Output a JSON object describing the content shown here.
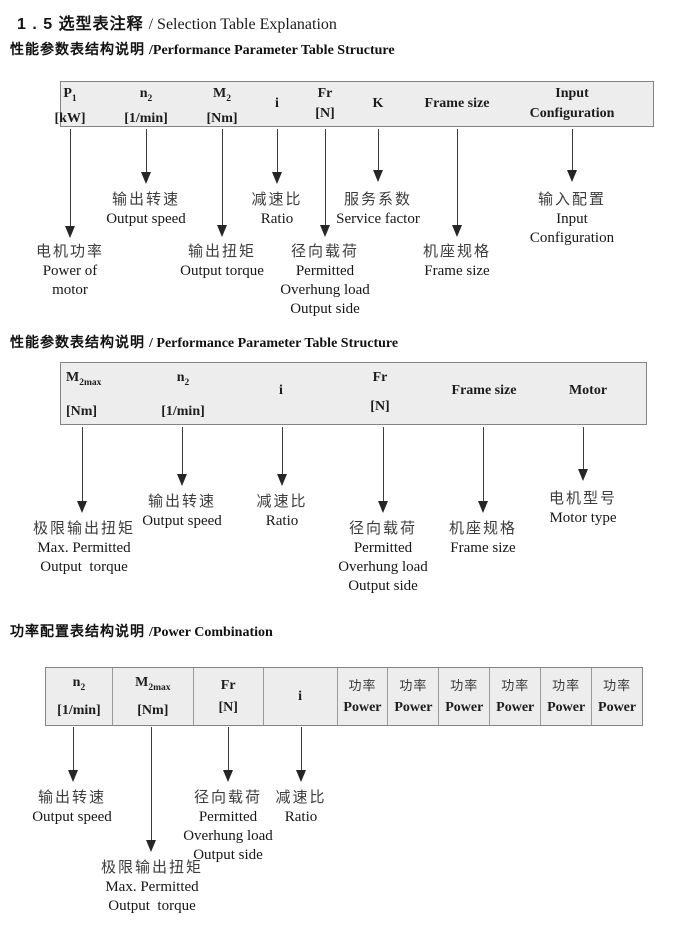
{
  "title": {
    "zh": "1 . 5 选型表注释",
    "en": "/  Selection Table Explanation"
  },
  "s1": {
    "heading": {
      "zh": "性能参数表结构说明",
      "en": "/Performance Parameter Table Structure"
    },
    "cols": [
      {
        "main": "P",
        "sub": "1",
        "unit": "[kW]"
      },
      {
        "main": "n",
        "sub": "2",
        "unit": "[1/min]"
      },
      {
        "main": "M",
        "sub": "2",
        "unit": "[Nm]"
      },
      {
        "main": "i"
      },
      {
        "main": "Fr",
        "unit": "[N]"
      },
      {
        "main": "K"
      },
      {
        "main": "Frame size"
      },
      {
        "main": "Input",
        "unit": "Configuration"
      }
    ],
    "callouts": [
      {
        "zh": "电机功率",
        "l1": "Power of",
        "l2": "motor"
      },
      {
        "zh": "输出转速",
        "l1": "Output speed"
      },
      {
        "zh": "输出扭矩",
        "l1": "Output torque"
      },
      {
        "zh": "减速比",
        "l1": "Ratio"
      },
      {
        "zh": "径向载荷",
        "l1": "Permitted",
        "l2": "Overhung load",
        "l3": "Output side"
      },
      {
        "zh": "服务系数",
        "l1": "Service factor"
      },
      {
        "zh": "机座规格",
        "l1": "Frame size"
      },
      {
        "zh": "输入配置",
        "l1": "Input",
        "l2": "Configuration"
      }
    ]
  },
  "s2": {
    "heading": {
      "zh": "性能参数表结构说明",
      "en": "/ Performance Parameter Table Structure"
    },
    "cols": [
      {
        "main": "M",
        "sub": "2max",
        "unit": "[Nm]"
      },
      {
        "main": "n",
        "sub": "2",
        "unit": "[1/min]"
      },
      {
        "main": "i"
      },
      {
        "main": "Fr",
        "unit": "[N]"
      },
      {
        "main": "Frame size"
      },
      {
        "main": "Motor"
      }
    ],
    "callouts": [
      {
        "zh": "极限输出扭矩",
        "l1": "Max. Permitted",
        "l2": "Output  torque"
      },
      {
        "zh": "输出转速",
        "l1": "Output speed"
      },
      {
        "zh": "减速比",
        "l1": "Ratio"
      },
      {
        "zh": "径向载荷",
        "l1": "Permitted",
        "l2": "Overhung load",
        "l3": "Output side"
      },
      {
        "zh": "机座规格",
        "l1": "Frame size"
      },
      {
        "zh": "电机型号",
        "l1": "Motor type"
      }
    ]
  },
  "s3": {
    "heading": {
      "zh": "功率配置表结构说明",
      "en": "/Power Combination"
    },
    "cols": [
      {
        "main": "n",
        "sub": "2",
        "unit": "[1/min]"
      },
      {
        "main": "M",
        "sub": "2max",
        "unit": "[Nm]"
      },
      {
        "main": "Fr",
        "unit": "[N]"
      },
      {
        "main": "i"
      },
      {
        "zh": "功率",
        "en": "Power"
      },
      {
        "zh": "功率",
        "en": "Power"
      },
      {
        "zh": "功率",
        "en": "Power"
      },
      {
        "zh": "功率",
        "en": "Power"
      },
      {
        "zh": "功率",
        "en": "Power"
      },
      {
        "zh": "功率",
        "en": "Power"
      }
    ],
    "callouts": [
      {
        "zh": "输出转速",
        "l1": "Output speed"
      },
      {
        "zh": "极限输出扭矩",
        "l1": "Max. Permitted",
        "l2": "Output  torque"
      },
      {
        "zh": "径向载荷",
        "l1": "Permitted",
        "l2": "Overhung load",
        "l3": "Output side"
      },
      {
        "zh": "减速比",
        "l1": "Ratio"
      }
    ]
  }
}
